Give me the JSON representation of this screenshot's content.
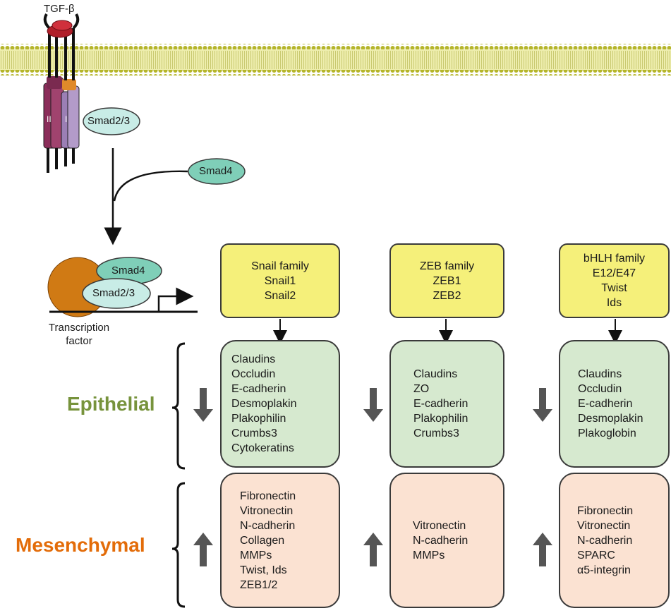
{
  "ligand_label": "TGF-β",
  "receptor_labels": [
    "II",
    "I"
  ],
  "smad23_label": "Smad2/3",
  "smad4_label": "Smad4",
  "complex": {
    "smad4": "Smad4",
    "smad23": "Smad2/3"
  },
  "tf_caption": [
    "Transcription",
    "factor"
  ],
  "side_labels": {
    "epithelial": "Epithelial",
    "mesenchymal": "Mesenchymal",
    "epithelial_color": "#77933c",
    "mesenchymal_color": "#e36c09"
  },
  "colors": {
    "membrane": "#dcdc7a",
    "lipid_head": "#b5b52a",
    "tf_box": "#f5f07a",
    "epithelial_box": "#d6e9cf",
    "mesenchymal_box": "#fbe2d2",
    "smad": "#7fcfb8",
    "tf_ball": "#d07a14",
    "receptor_II": "#8b2d5a",
    "receptor_I": "#9b7fb5"
  },
  "families": [
    {
      "tf_lines": [
        "Snail family",
        "Snail1",
        "Snail2"
      ],
      "epithelial": [
        "Claudins",
        "Occludin",
        "E-cadherin",
        "Desmoplakin",
        "Plakophilin",
        "Crumbs3",
        "Cytokeratins"
      ],
      "mesenchymal": [
        "Fibronectin",
        "Vitronectin",
        "N-cadherin",
        "Collagen",
        "MMPs",
        "Twist, Ids",
        "ZEB1/2"
      ]
    },
    {
      "tf_lines": [
        "ZEB family",
        "ZEB1",
        "ZEB2"
      ],
      "epithelial": [
        "Claudins",
        "ZO",
        "E-cadherin",
        "Plakophilin",
        "Crumbs3"
      ],
      "mesenchymal": [
        "Vitronectin",
        "N-cadherin",
        "MMPs"
      ]
    },
    {
      "tf_lines": [
        "bHLH family",
        "E12/E47",
        "Twist",
        "Ids"
      ],
      "epithelial": [
        "Claudins",
        "Occludin",
        "E-cadherin",
        "Desmoplakin",
        "Plakoglobin"
      ],
      "mesenchymal": [
        "Fibronectin",
        "Vitronectin",
        "N-cadherin",
        "SPARC",
        "α5-integrin"
      ]
    }
  ]
}
